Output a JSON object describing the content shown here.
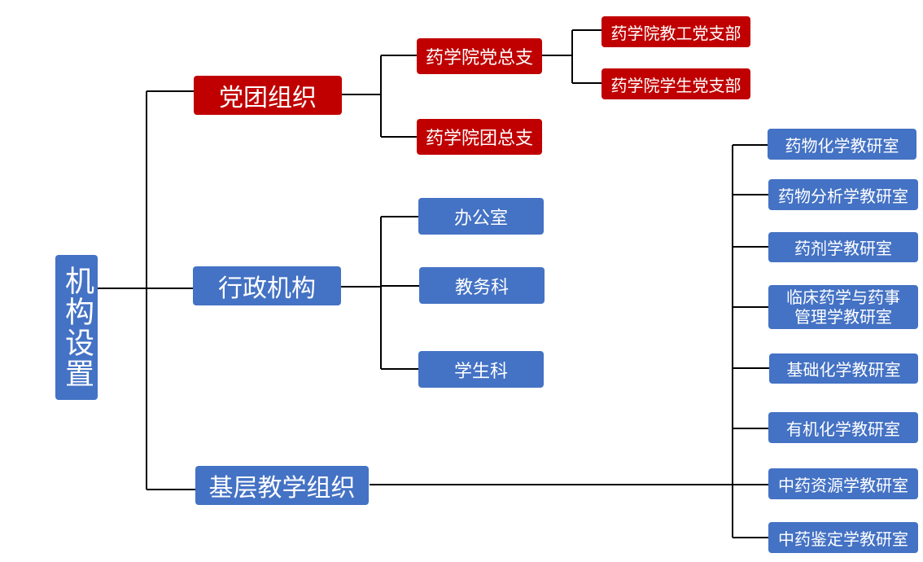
{
  "colors": {
    "blue": "#4472c4",
    "red": "#c00000",
    "line": "#000000"
  },
  "root": {
    "label": "机构设置"
  },
  "level1": {
    "party": "党团组织",
    "admin": "行政机构",
    "teaching": "基层教学组织"
  },
  "party": {
    "general_branch": "药学院党总支",
    "youth_branch": "药学院团总支",
    "staff_branch": "药学院教工党支部",
    "student_branch": "药学院学生党支部"
  },
  "admin": {
    "office": "办公室",
    "academic_affairs": "教务科",
    "student_affairs": "学生科"
  },
  "teaching": {
    "rooms": [
      "药物化学教研室",
      "药物分析学教研室",
      "药剂学教研室",
      "临床药学与药事管理学教研室",
      "基础化学教研室",
      "有机化学教研室",
      "中药资源学教研室",
      "中药鉴定学教研室"
    ]
  }
}
